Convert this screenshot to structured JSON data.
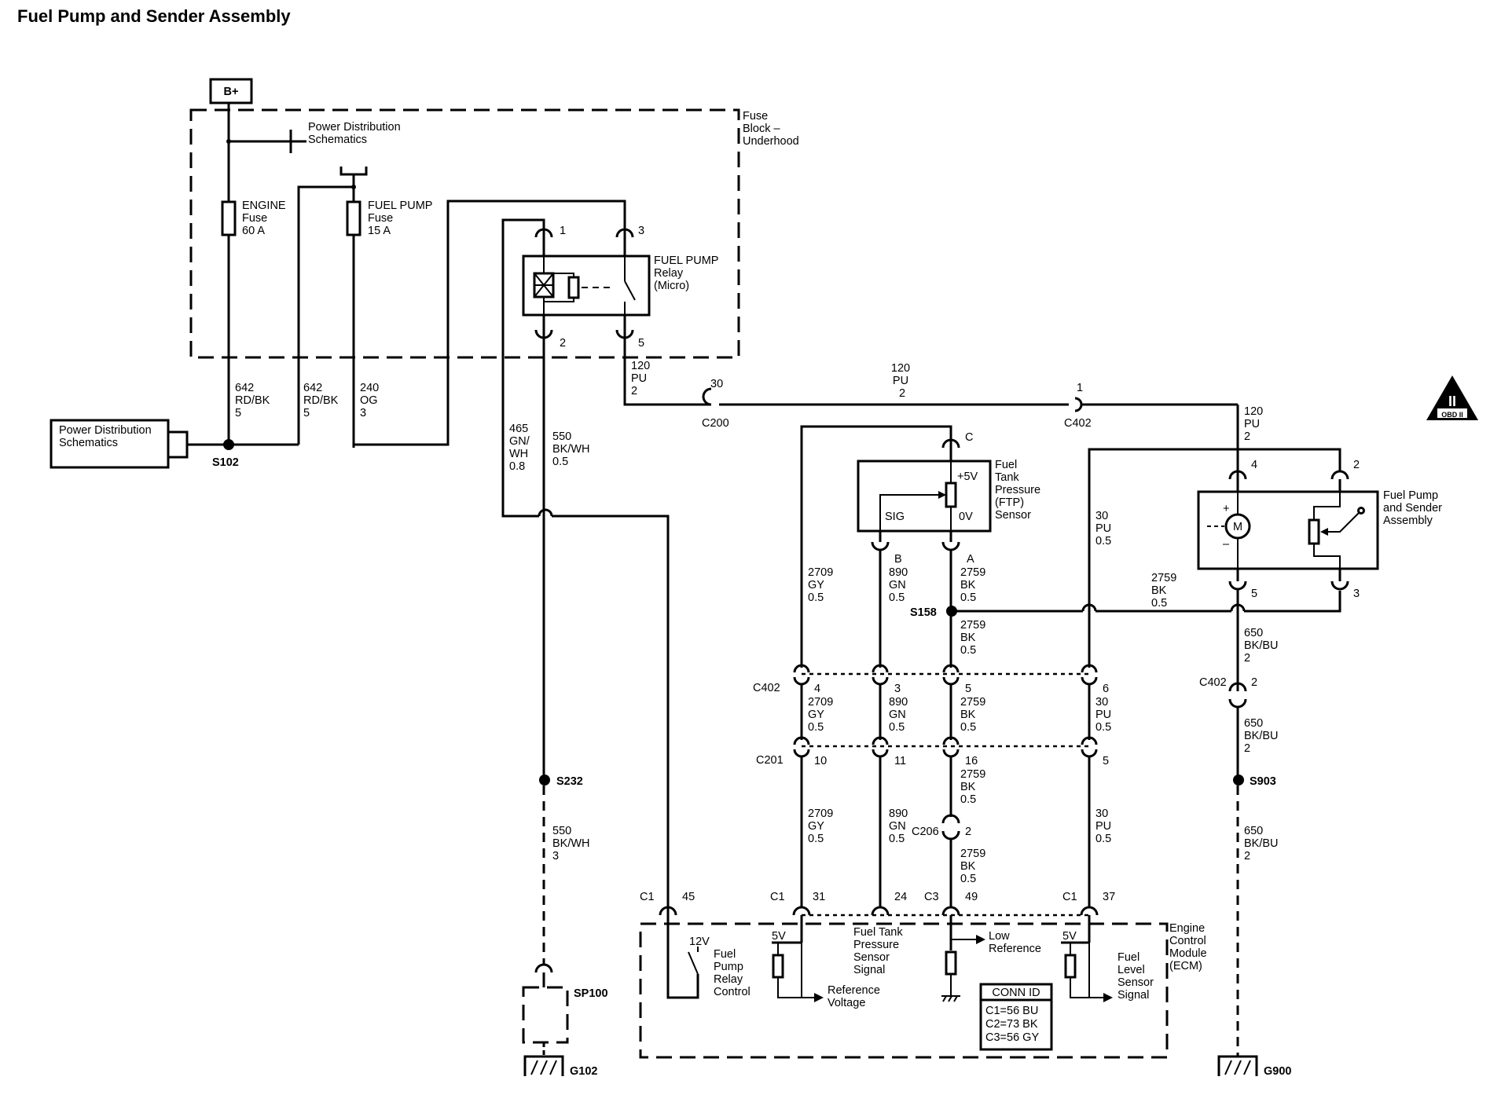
{
  "title": "Fuel Pump and Sender Assembly",
  "top": {
    "bplus": "B+",
    "pds_line1": "Power Distribution",
    "pds_line2": "Schematics",
    "fuse_block_l1": "Fuse",
    "fuse_block_l2": "Block –",
    "fuse_block_l3": "Underhood",
    "engine_fuse_l1": "ENGINE",
    "engine_fuse_l2": "Fuse",
    "engine_fuse_l3": "60 A",
    "fp_fuse_l1": "FUEL PUMP",
    "fp_fuse_l2": "Fuse",
    "fp_fuse_l3": "15 A",
    "relay_l1": "FUEL PUMP",
    "relay_l2": "Relay",
    "relay_l3": "(Micro)",
    "relay_pin1": "1",
    "relay_pin3": "3",
    "relay_pin2": "2",
    "relay_pin5": "5"
  },
  "left": {
    "pds_line1": "Power Distribution",
    "pds_line2": "Schematics",
    "s102": "S102",
    "w642a": [
      "642",
      "RD/BK",
      "5"
    ],
    "w642b": [
      "642",
      "RD/BK",
      "5"
    ],
    "w240": [
      "240",
      "OG",
      "3"
    ],
    "w465": [
      "465",
      "GN/",
      "WH",
      "0.8"
    ],
    "w550a": [
      "550",
      "BK/WH",
      "0.5"
    ],
    "s232": "S232",
    "w550b": [
      "550",
      "BK/WH",
      "3"
    ],
    "sp100": "SP100",
    "g102": "G102"
  },
  "mid": {
    "w120a": [
      "120",
      "PU",
      "2"
    ],
    "c200_pin": "30",
    "c200": "C200",
    "w120b": [
      "120",
      "PU",
      "2"
    ],
    "c402_pin": "1",
    "c402": "C402",
    "w120c": [
      "120",
      "PU",
      "2"
    ],
    "obd": "OBD II"
  },
  "ftp": {
    "pin_c": "C",
    "name_l1": "Fuel",
    "name_l2": "Tank",
    "name_l3": "Pressure",
    "name_l4": "(FTP)",
    "name_l5": "Sensor",
    "plus5v": "+5V",
    "sig": "SIG",
    "zerov": "0V",
    "pin_b": "B",
    "pin_a": "A",
    "w2709": [
      "2709",
      "GY",
      "0.5"
    ],
    "w890": [
      "890",
      "GN",
      "0.5"
    ],
    "w2759": [
      "2759",
      "BK",
      "0.5"
    ],
    "s158": "S158",
    "w2759b": [
      "2759",
      "BK",
      "0.5"
    ],
    "w30": [
      "30",
      "PU",
      "0.5"
    ]
  },
  "pump": {
    "pin4": "4",
    "pin2": "2",
    "name_l1": "Fuel Pump",
    "name_l2": "and Sender",
    "name_l3": "Assembly",
    "motor": "M",
    "plus": "+",
    "minus": "–",
    "pin5": "5",
    "pin3": "3",
    "w2759": [
      "2759",
      "BK",
      "0.5"
    ],
    "w650a": [
      "650",
      "BK/BU",
      "2"
    ],
    "c402": "C402",
    "c402_pin": "2",
    "w650b": [
      "650",
      "BK/BU",
      "2"
    ],
    "s903": "S903",
    "w650c": [
      "650",
      "BK/BU",
      "2"
    ],
    "g900": "G900"
  },
  "conn": {
    "c402": "C402",
    "c402_pins": [
      "4",
      "3",
      "5",
      "6"
    ],
    "row1": [
      [
        "2709",
        "GY",
        "0.5"
      ],
      [
        "890",
        "GN",
        "0.5"
      ],
      [
        "2759",
        "BK",
        "0.5"
      ],
      [
        "30",
        "PU",
        "0.5"
      ]
    ],
    "c201": "C201",
    "c201_pins": [
      "10",
      "11",
      "16",
      "5"
    ],
    "row2_gy": [
      "2709",
      "GY",
      "0.5"
    ],
    "row2_gn": [
      "890",
      "GN",
      "0.5"
    ],
    "row2_bk": [
      "2759",
      "BK",
      "0.5"
    ],
    "row2_pu": [
      "30",
      "PU",
      "0.5"
    ],
    "c206": "C206",
    "c206_pin": "2",
    "row3_bk": [
      "2759",
      "BK",
      "0.5"
    ]
  },
  "ecm": {
    "c1a": "C1",
    "pin45": "45",
    "c1b": "C1",
    "pin31": "31",
    "pin24": "24",
    "c3": "C3",
    "pin49": "49",
    "c1c": "C1",
    "pin37": "37",
    "name_l1": "Engine",
    "name_l2": "Control",
    "name_l3": "Module",
    "name_l4": "(ECM)",
    "v12": "12V",
    "relay_ctrl": [
      "Fuel",
      "Pump",
      "Relay",
      "Control"
    ],
    "v5a": "5V",
    "ref_v": [
      "Reference",
      "Voltage"
    ],
    "ftp_sig": [
      "Fuel Tank",
      "Pressure",
      "Sensor",
      "Signal"
    ],
    "low_ref": [
      "Low",
      "Reference"
    ],
    "v5b": "5V",
    "fuel_level": [
      "Fuel",
      "Level",
      "Sensor",
      "Signal"
    ],
    "conn_id_title": "CONN ID",
    "conn_id": [
      "C1=56 BU",
      "C2=73 BK",
      "C3=56 GY"
    ]
  }
}
